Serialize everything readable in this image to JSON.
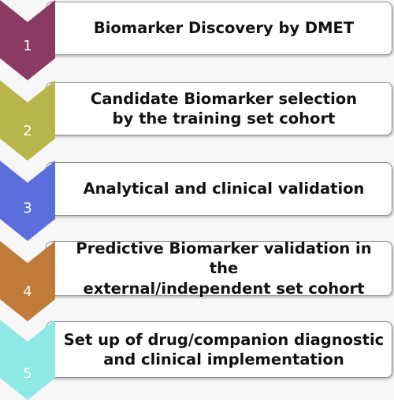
{
  "steps": [
    {
      "number": "1",
      "label": "Biomarker Discovery by DMET",
      "color": "#8b3a62"
    },
    {
      "number": "2",
      "label": "Candidate Biomarker selection\nby the training set cohort",
      "color": "#b8b54a"
    },
    {
      "number": "3",
      "label": "Analytical and clinical validation",
      "color": "#5b6fdc"
    },
    {
      "number": "4",
      "label": "Predictive Biomarker validation in the\nexternal/independent set cohort",
      "color": "#c07a3a"
    },
    {
      "number": "5",
      "label": "Set up of drug/companion diagnostic\nand clinical implementation",
      "color": "#8ee8e4"
    }
  ]
}
